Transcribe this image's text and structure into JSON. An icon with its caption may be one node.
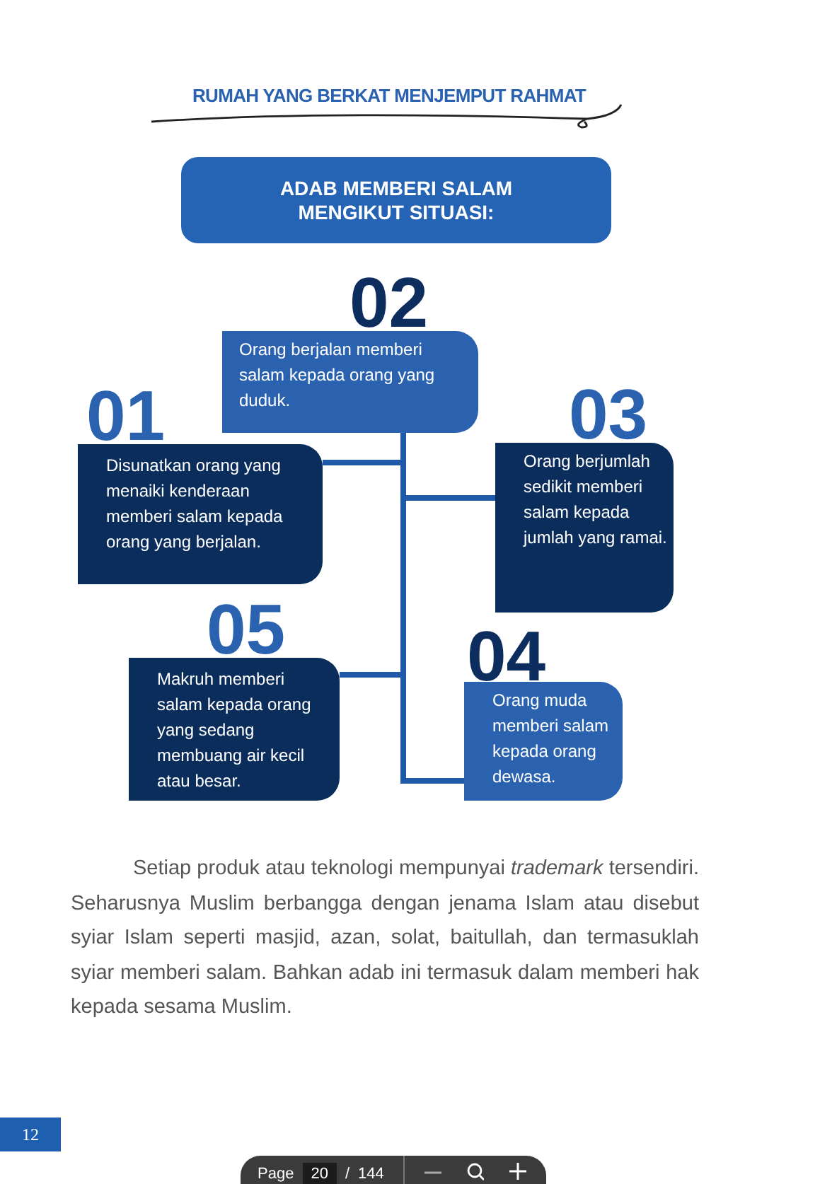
{
  "diagram": {
    "title": "RUMAH YANG BERKAT MENJEMPUT RAHMAT",
    "nodes": [
      {
        "text": [
          "ADAB MEMBERI SALAM MENGIKUT SITUASI:"
        ]
      },
      {
        "text": [
          "02",
          "Orang berjalan memberi salam kepada orang yang duduk."
        ]
      },
      {
        "text": [
          "01",
          "Disunatkan orang yang menaiki kenderaan memberi salam kepada orang yang berjalan."
        ]
      },
      {
        "text": [
          "03",
          "Orang berjumlah sedikit memberi salam kepada jumlah yang ramai."
        ]
      },
      {
        "text": [
          "05",
          "Makruh memberi salam kepada orang yang sedang membuang air kecil atau besar."
        ]
      },
      {
        "text": [
          "04",
          "Orang muda memberi salam kepada orang dewasa."
        ]
      }
    ],
    "edges": [
      {
        "from": 1,
        "to": 2,
        "arrow": "none"
      },
      {
        "from": 1,
        "to": 3,
        "arrow": "none"
      },
      {
        "from": 1,
        "to": 4,
        "arrow": "none"
      },
      {
        "from": 1,
        "to": 5,
        "arrow": "none"
      }
    ],
    "labels": [
      "Setiap produk atau teknologi mempunyai *trademark* tersendiri. Seharusnya Muslim berbangga dengan jenama Islam atau disebut syiar Islam seperti masjid, azan, solat, baitullah, dan termasuklah syiar memberi salam. Bahkan adab ini termasuk dalam memberi hak kepada sesama Muslim.",
      "12",
      "Page",
      "20",
      "/",
      "144"
    ]
  }
}
